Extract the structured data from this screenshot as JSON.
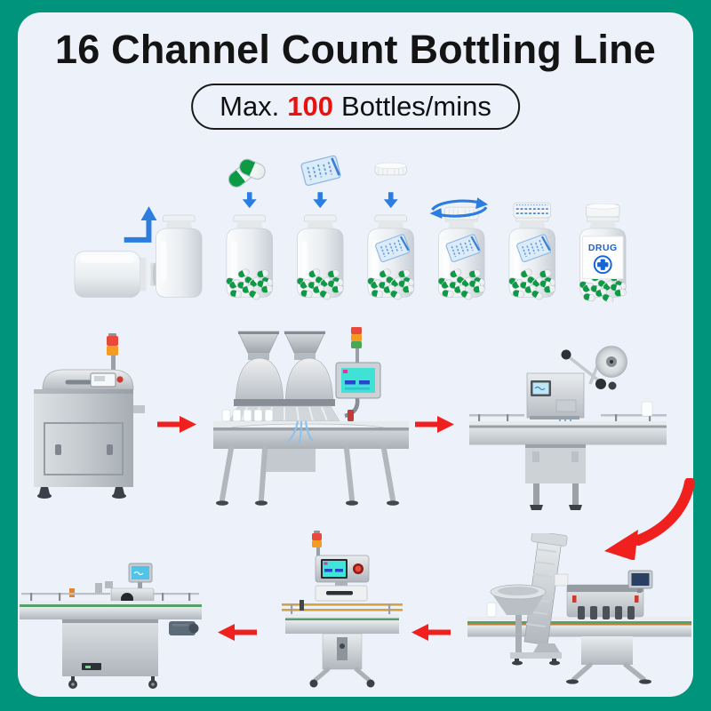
{
  "header": {
    "title": "16 Channel Count Bottling Line",
    "badge": {
      "prefix": "Max.",
      "highlight": "100",
      "suffix": "Bottles/mins"
    }
  },
  "process_row": {
    "drug_label": "DRUG",
    "steps": [
      {
        "icon": "bottle-lying-icon"
      },
      {
        "icon": "bottle-empty-icon"
      },
      {
        "icon": "capsules-filling-icon"
      },
      {
        "icon": "desiccant-inserting-icon"
      },
      {
        "icon": "cap-dropping-icon"
      },
      {
        "icon": "cap-tightening-icon"
      },
      {
        "icon": "cap-sealed-icon"
      },
      {
        "icon": "bottle-labeled-icon"
      }
    ]
  },
  "machine_row_top": [
    {
      "icon": "bottle-unscrambler-machine-icon"
    },
    {
      "icon": "arrow-right-icon"
    },
    {
      "icon": "counting-machine-16-channel-icon"
    },
    {
      "icon": "arrow-right-icon"
    },
    {
      "icon": "top-labeling-machine-icon"
    }
  ],
  "flow_connector": {
    "icon": "arrow-curved-down-icon"
  },
  "machine_row_bottom": [
    {
      "icon": "wrap-labeling-machine-icon"
    },
    {
      "icon": "arrow-left-icon"
    },
    {
      "icon": "induction-sealing-machine-icon"
    },
    {
      "icon": "arrow-left-icon"
    },
    {
      "icon": "capping-machine-icon"
    }
  ],
  "colors": {
    "frame_teal": "#00947c",
    "panel_background": "#edf2fa",
    "title_text": "#141414",
    "badge_highlight_red": "#e8120f",
    "flow_arrow_red": "#f0201f",
    "process_arrow_blue": "#2b7de0",
    "capsule_green": "#0d9a45",
    "drug_label_blue": "#1565d8",
    "hmi_screen_cyan": "#41e3da",
    "signal_light_red": "#e8493b",
    "signal_light_orange": "#f59b23",
    "signal_light_green": "#4aa852"
  }
}
